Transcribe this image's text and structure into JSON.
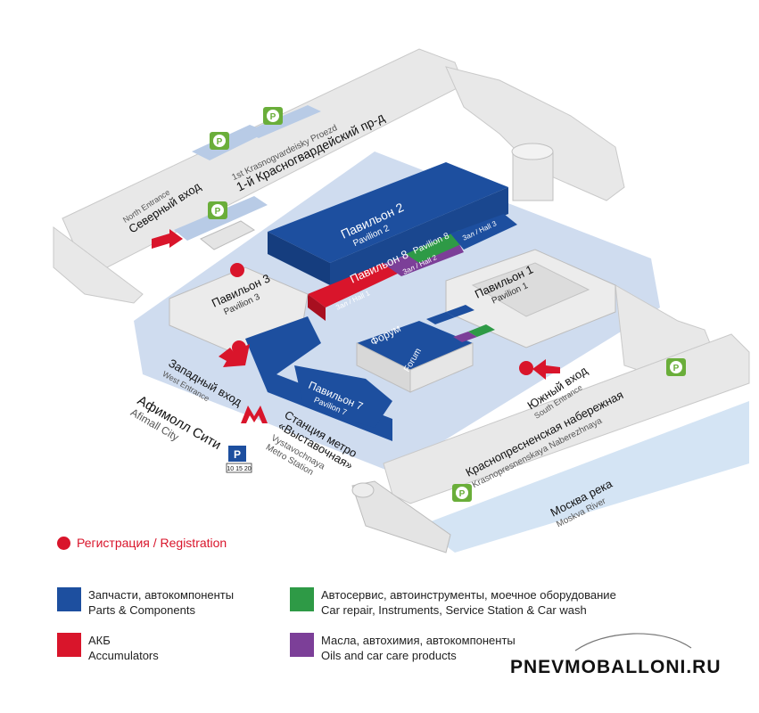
{
  "colors": {
    "ground": "#cfdcef",
    "road": "#e6e6e6",
    "road_edge": "#bdbdbd",
    "parts_blue": "#1d4f9f",
    "accumulators_red": "#d9152b",
    "car_repair_green": "#2e9a46",
    "oils_purple": "#7c3f98",
    "parking_green": "#6aae3a",
    "river": "#cfe1f3"
  },
  "streets": {
    "north_ru": "1-й Красногвардейский пр-д",
    "north_en": "1st Krasnogvardeisky Proezd",
    "embankment_ru": "Краснопресненская набережная",
    "embankment_en": "Krasnopresnenskaya Naberezhnaya",
    "river_ru": "Москва река",
    "river_en": "Moskva River"
  },
  "entrances": {
    "north_ru": "Северный вход",
    "north_en": "North Entrance",
    "west_ru": "Западный вход",
    "west_en": "West Entrance",
    "south_ru": "Южный вход",
    "south_en": "South Entrance"
  },
  "landmarks": {
    "mall_ru": "Афимолл Сити",
    "mall_en": "Afimall City",
    "metro_ru_line1": "Станция метро",
    "metro_ru_line2": "«Выставочная»",
    "metro_en_line1": "Vystavochnaya",
    "metro_en_line2": "Metro Station",
    "parking_sign": "P",
    "parking_price": "10 15 20"
  },
  "pavilions": {
    "p1_ru": "Павильон 1",
    "p1_en": "Pavilion 1",
    "p2_ru": "Павильон 2",
    "p2_en": "Pavilion 2",
    "p3_ru": "Павильон 3",
    "p3_en": "Pavilion 3",
    "p7_ru": "Павильон 7",
    "p7_en": "Pavilion 7",
    "p8_ru": "Павильон 8",
    "p8_en": "Pavilion 8",
    "hall1": "Зал / Hall 1",
    "hall2": "Зал / Hall 2",
    "hall3": "Зал / Hall 3",
    "forum_ru": "Форум",
    "forum_en": "Forum"
  },
  "legend": {
    "registration": "Регистрация / Registration",
    "parts_ru": "Запчасти, автокомпоненты",
    "parts_en": "Parts & Components",
    "akb_ru": "АКБ",
    "akb_en": "Accumulators",
    "repair_ru": "Автосервис, автоинструменты, моечное оборудование",
    "repair_en": "Car repair, Instruments, Service Station & Car wash",
    "oils_ru": "Масла, автохимия, автокомпоненты",
    "oils_en": "Oils and car care products"
  },
  "watermark": "PNEVMOBALLONI.RU"
}
